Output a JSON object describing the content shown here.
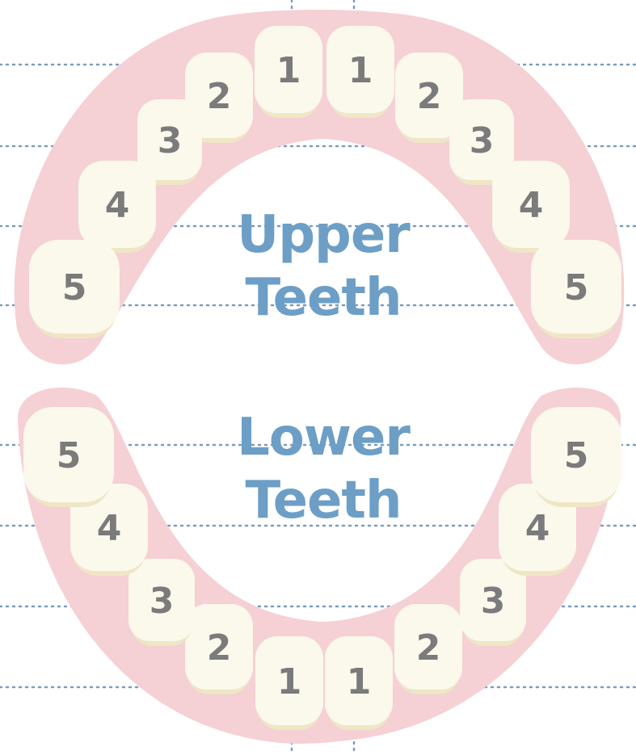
{
  "colors": {
    "gum": "#f5d0d4",
    "tooth": "#fbf8ec",
    "tooth_shadow": "#efe6c6",
    "number": "#7b7b7b",
    "title": "#6d9ec6",
    "guide": "#6b91b8",
    "background": "#ffffff"
  },
  "upper": {
    "title_line1": "Upper",
    "title_line2": "Teeth",
    "teeth": [
      {
        "id": "upper-left-1",
        "label": "1"
      },
      {
        "id": "upper-left-2",
        "label": "2"
      },
      {
        "id": "upper-left-3",
        "label": "3"
      },
      {
        "id": "upper-left-4",
        "label": "4"
      },
      {
        "id": "upper-left-5",
        "label": "5"
      },
      {
        "id": "upper-right-1",
        "label": "1"
      },
      {
        "id": "upper-right-2",
        "label": "2"
      },
      {
        "id": "upper-right-3",
        "label": "3"
      },
      {
        "id": "upper-right-4",
        "label": "4"
      },
      {
        "id": "upper-right-5",
        "label": "5"
      }
    ]
  },
  "lower": {
    "title_line1": "Lower",
    "title_line2": "Teeth",
    "teeth": [
      {
        "id": "lower-left-1",
        "label": "1"
      },
      {
        "id": "lower-left-2",
        "label": "2"
      },
      {
        "id": "lower-left-3",
        "label": "3"
      },
      {
        "id": "lower-left-4",
        "label": "4"
      },
      {
        "id": "lower-left-5",
        "label": "5"
      },
      {
        "id": "lower-right-1",
        "label": "1"
      },
      {
        "id": "lower-right-2",
        "label": "2"
      },
      {
        "id": "lower-right-3",
        "label": "3"
      },
      {
        "id": "lower-right-4",
        "label": "4"
      },
      {
        "id": "lower-right-5",
        "label": "5"
      }
    ]
  }
}
